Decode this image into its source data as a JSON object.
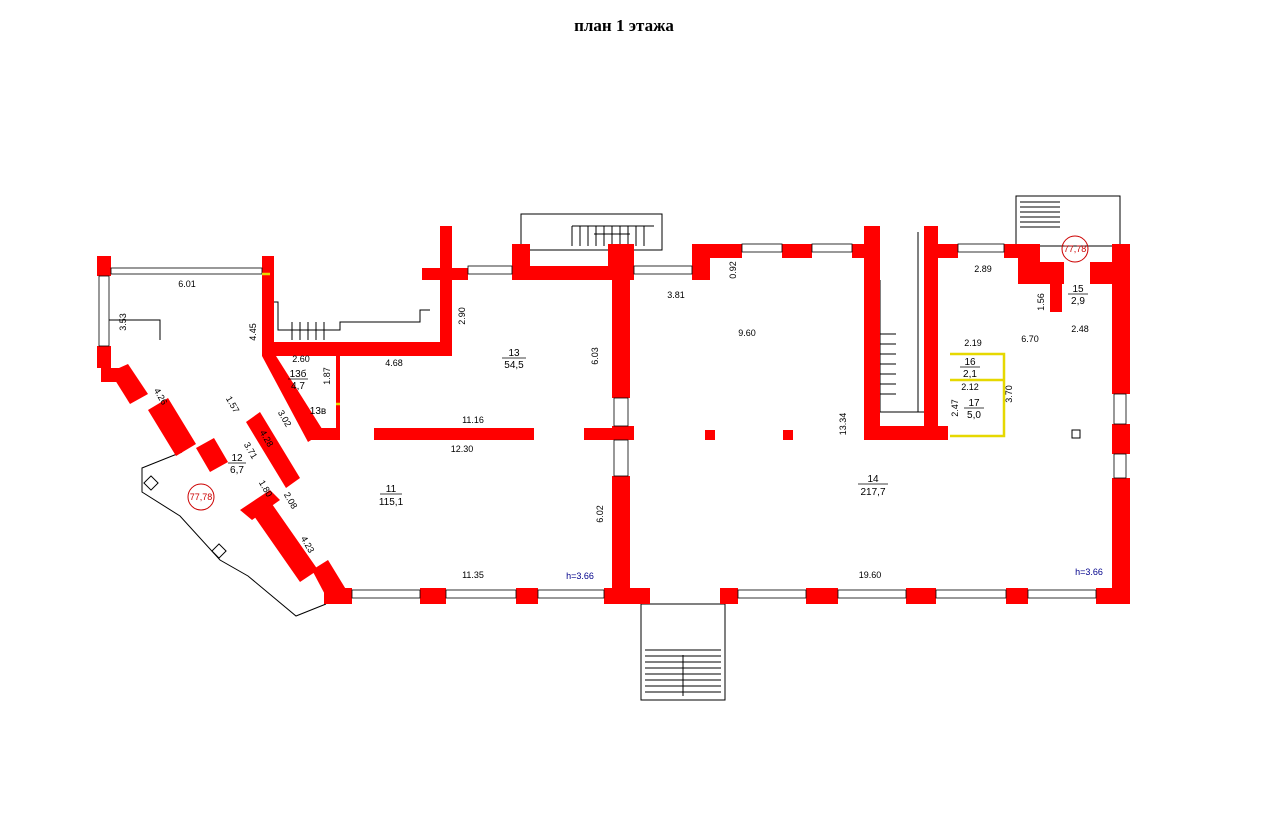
{
  "title": "план 1 этажа",
  "level_marks": [
    "77,78",
    "77,78"
  ],
  "height_marks": [
    "h=3.66",
    "h=3.66"
  ],
  "rooms": [
    {
      "number": "11",
      "area": "115,1"
    },
    {
      "number": "12",
      "area": "6,7"
    },
    {
      "number": "13",
      "area": "54,5"
    },
    {
      "number": "13б",
      "area": "4,7"
    },
    {
      "number": "13в",
      "area": ""
    },
    {
      "number": "14",
      "area": "217,7"
    },
    {
      "number": "15",
      "area": "2,9"
    },
    {
      "number": "16",
      "area": "2,1"
    },
    {
      "number": "17",
      "area": "5,0"
    }
  ],
  "dimensions": [
    "6.01",
    "3.53",
    "4.45",
    "4.26",
    "1.57",
    "4.28",
    "3.71",
    "1.80",
    "2.08",
    "4.23",
    "3.02",
    "2.60",
    "1.87",
    "4.68",
    "2.90",
    "6.03",
    "11.16",
    "12.30",
    "6.02",
    "11.35",
    "3.81",
    "0.92",
    "9.60",
    "13.34",
    "19.60",
    "2.89",
    "1.56",
    "2.48",
    "6.70",
    "2.19",
    "2.12",
    "2.47",
    "3.70"
  ]
}
